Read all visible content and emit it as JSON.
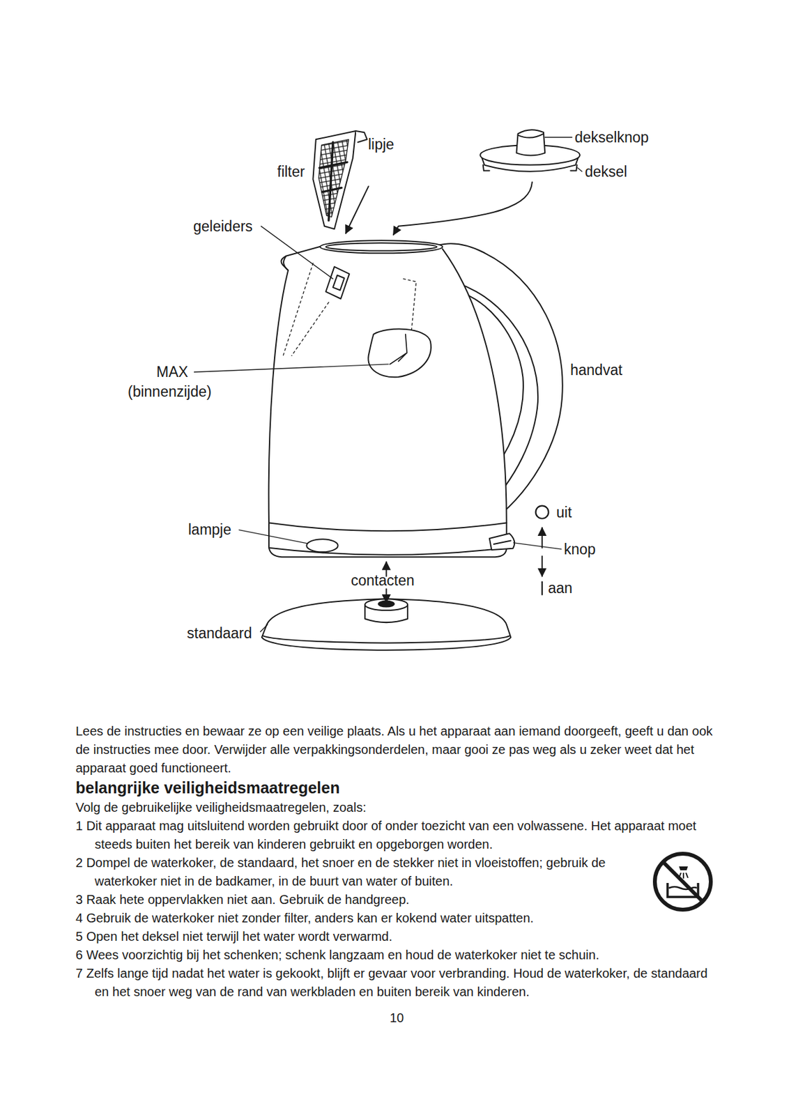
{
  "diagram": {
    "title": "belangrijke veiligheidsmaatregelen",
    "labels": [
      "dekselknop",
      "lipje",
      "deksel",
      "filter",
      "geleiders",
      "MAX",
      "(binnenzijde)",
      "handvat",
      "uit",
      "lampje",
      "knop",
      "contacten",
      "aan",
      "standaard",
      "Lees de instructies en bewaar ze op een veilige plaats. Als u het apparaat aan iemand doorgeeft, geeft u dan ook de instructies mee door. Verwijder alle verpakkingsonderdelen, maar gooi ze pas weg als u zeker weet dat het apparaat goed functioneert.",
      "Volg de gebruikelijke veiligheidsmaatregelen, zoals:",
      "1 Dit apparaat mag uitsluitend worden gebruikt door of onder toezicht van een volwassene. Het apparaat moet steeds buiten het bereik van kinderen gebruikt en opgeborgen worden.",
      "2 Dompel de waterkoker, de standaard, het snoer en de stekker niet in vloeistoffen; gebruik de waterkoker niet in de badkamer, in de buurt van water of buiten.",
      "3 Raak hete oppervlakken niet aan. Gebruik de handgreep.",
      "4 Gebruik de waterkoker niet zonder filter, anders kan er kokend water uitspatten.",
      "5 Open het deksel niet terwijl het water wordt verwarmd.",
      "6 Wees voorzichtig bij het schenken; schenk langzaam en houd de waterkoker niet te schuin.",
      "7 Zelfs lange tijd nadat het water is gekookt, blijft er gevaar voor verbranding. Houd de waterkoker, de standaard en het snoer weg van de rand van werkbladen en buiten bereik van kinderen.",
      "10"
    ]
  }
}
